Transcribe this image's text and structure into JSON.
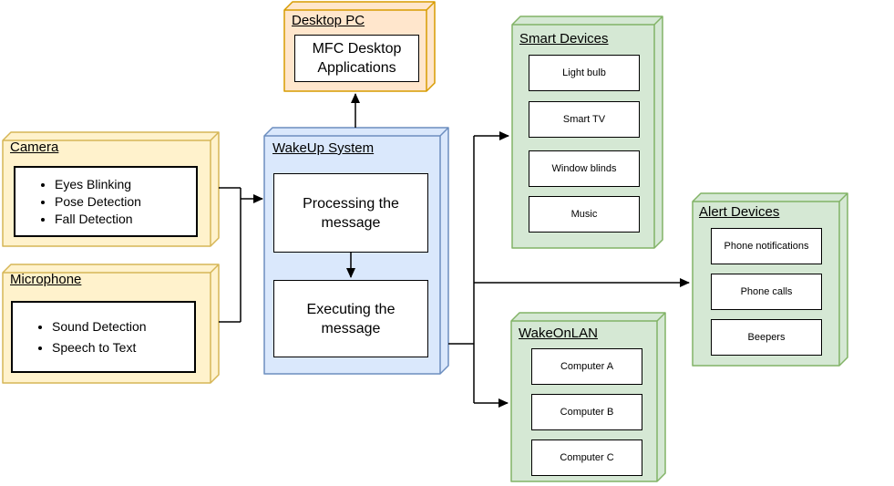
{
  "diagram": {
    "colors": {
      "input_fill": "#FFF2CC",
      "input_stroke": "#D6B656",
      "desktop_fill": "#FFE6CC",
      "desktop_stroke": "#D79B00",
      "core_fill": "#DAE8FC",
      "core_stroke": "#6C8EBF",
      "output_fill": "#D5E8D4",
      "output_stroke": "#82B366",
      "connector": "#000000",
      "inner_box_fill": "#FFFFFF"
    },
    "camera": {
      "title": "Camera",
      "items": [
        "Eyes Blinking",
        "Pose Detection",
        "Fall Detection"
      ]
    },
    "microphone": {
      "title": "Microphone",
      "items": [
        "Sound Detection",
        "Speech to Text"
      ]
    },
    "desktop_pc": {
      "title": "Desktop PC",
      "app_label": "MFC Desktop Applications"
    },
    "wakeup_system": {
      "title": "WakeUp System",
      "step1": "Processing the message",
      "step2": "Executing the message"
    },
    "smart_devices": {
      "title": "Smart Devices",
      "items": [
        "Light bulb",
        "Smart TV",
        "Window blinds",
        "Music"
      ]
    },
    "alert_devices": {
      "title": "Alert Devices",
      "items": [
        "Phone notifications",
        "Phone calls",
        "Beepers"
      ]
    },
    "wake_on_lan": {
      "title": "WakeOnLAN",
      "items": [
        "Computer A",
        "Computer B",
        "Computer C"
      ]
    },
    "connections": [
      "Camera -> WakeUp System",
      "Microphone -> WakeUp System",
      "WakeUp System -> Desktop PC",
      "Processing the message -> Executing the message",
      "WakeUp System -> Smart Devices",
      "WakeUp System -> Alert Devices",
      "WakeUp System -> WakeOnLAN"
    ]
  }
}
